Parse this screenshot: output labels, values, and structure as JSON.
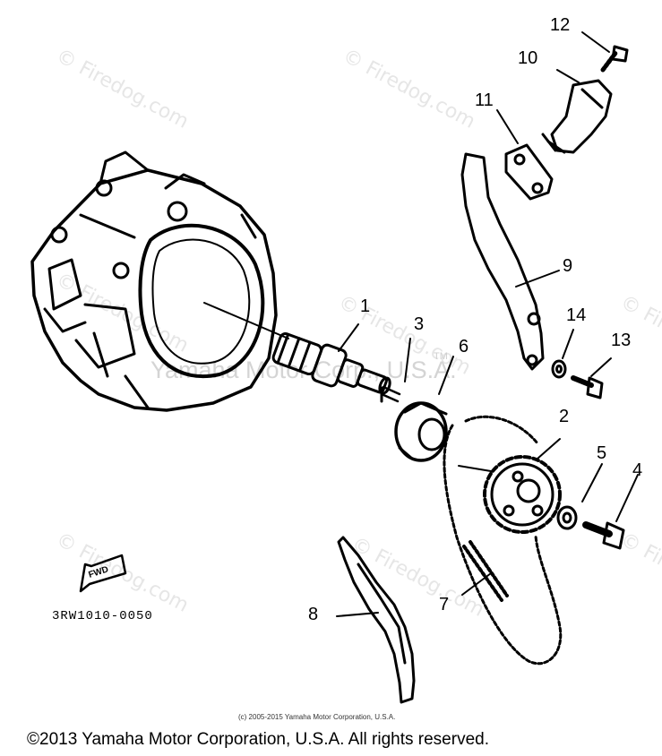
{
  "diagram": {
    "callouts": [
      {
        "id": "1",
        "text": "1"
      },
      {
        "id": "2",
        "text": "2"
      },
      {
        "id": "3",
        "text": "3"
      },
      {
        "id": "4",
        "text": "4"
      },
      {
        "id": "5",
        "text": "5"
      },
      {
        "id": "6",
        "text": "6"
      },
      {
        "id": "7",
        "text": "7"
      },
      {
        "id": "8",
        "text": "8"
      },
      {
        "id": "9",
        "text": "9"
      },
      {
        "id": "10",
        "text": "10"
      },
      {
        "id": "11",
        "text": "11"
      },
      {
        "id": "12",
        "text": "12"
      },
      {
        "id": "13",
        "text": "13"
      },
      {
        "id": "14",
        "text": "14"
      }
    ],
    "fwd_label": "FWD",
    "part_number": "3RW1010-0050",
    "watermark_site": "© Firedog.com",
    "watermark_center": "Yamaha Motor Corp., U.S.A.",
    "watermark_tm": "TM",
    "fine_print": "(c) 2005-2015 Yamaha Motor Corporation, U.S.A.",
    "copyright": "©2013 Yamaha Motor Corporation, U.S.A. All rights reserved."
  },
  "colors": {
    "ink": "#000000",
    "watermark": "#e0e0e0",
    "background": "#ffffff"
  }
}
